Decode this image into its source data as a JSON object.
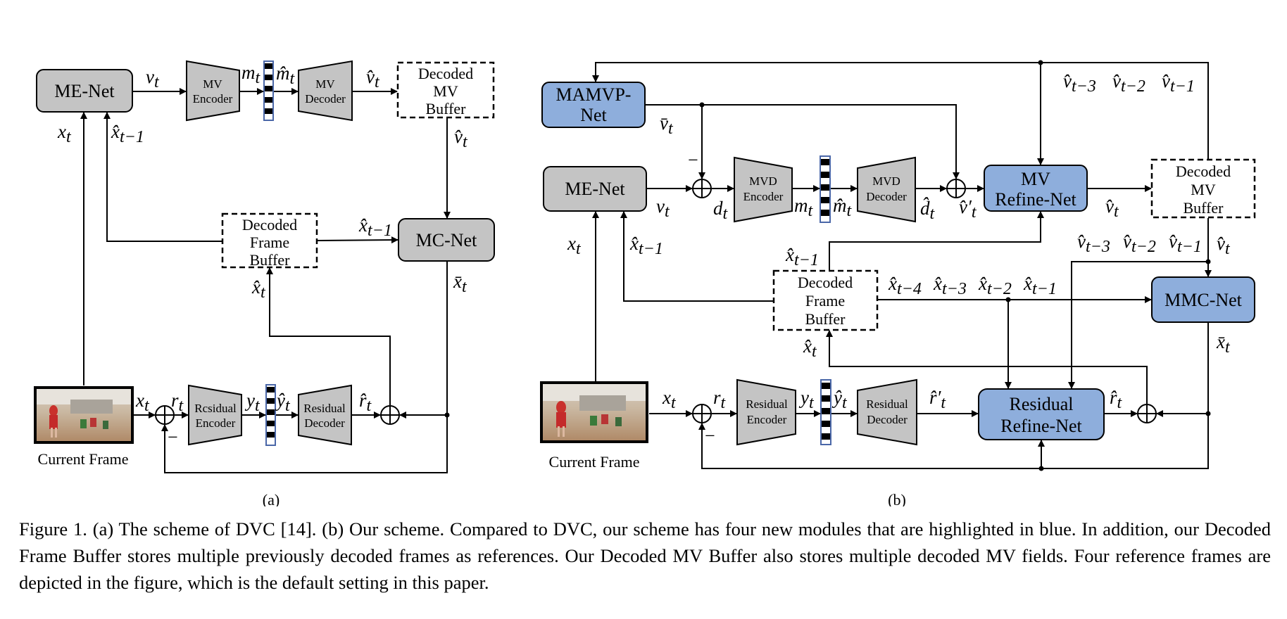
{
  "panel_a": {
    "label": "(a)",
    "me_net": "ME-Net",
    "mc_net": "MC-Net",
    "mv_encoder": [
      "MV",
      "Encoder"
    ],
    "mv_decoder": [
      "MV",
      "Decoder"
    ],
    "residual_encoder": [
      "Rcsidual",
      "Encoder"
    ],
    "residual_decoder": [
      "Residual",
      "Decoder"
    ],
    "decoded_mv_buffer": [
      "Decoded",
      "MV",
      "Buffer"
    ],
    "decoded_frame_buffer": [
      "Decoded",
      "Frame",
      "Buffer"
    ],
    "current_frame": "Current Frame",
    "minus": "−",
    "vars": {
      "v_t": "v",
      "m_t": "m",
      "m_hat_t": "m̂",
      "v_hat_t": "v̂",
      "v_hat_t_down": "v̂",
      "x_t": "x",
      "x_hat_t_minus_1": "x̂",
      "x_hat_t_minus_1_b": "x̂",
      "x_bar_t": "x̄",
      "x_hat_t": "x̂",
      "x_t_in": "x",
      "r_t": "r",
      "y_t": "y",
      "y_hat_t": "ŷ",
      "r_hat_t": "r̂"
    },
    "subs": {
      "t": "t",
      "t_minus_1": "t−1"
    }
  },
  "panel_b": {
    "label": "(b)",
    "mamvp_net": [
      "MAMVP-",
      "Net"
    ],
    "me_net": "ME-Net",
    "mvd_encoder": [
      "MVD",
      "Encoder"
    ],
    "mvd_decoder": [
      "MVD",
      "Decoder"
    ],
    "mv_refine_net": [
      "MV",
      "Refine-Net"
    ],
    "decoded_mv_buffer": [
      "Decoded",
      "MV",
      "Buffer"
    ],
    "decoded_frame_buffer": [
      "Decoded",
      "Frame",
      "Buffer"
    ],
    "mmc_net": "MMC-Net",
    "residual_encoder": [
      "Residual",
      "Encoder"
    ],
    "residual_decoder": [
      "Residual",
      "Decoder"
    ],
    "residual_refine_net": [
      "Residual",
      "Refine-Net"
    ],
    "current_frame": "Current Frame",
    "minus": "−",
    "vars": {
      "v_hat": "v̂",
      "v_bar": "v̄",
      "v": "v",
      "d": "d",
      "d_hat": "d̂",
      "m": "m",
      "m_hat": "m̂",
      "v_hat_prime": "v̂′",
      "x": "x",
      "x_hat": "x̂",
      "x_bar": "x̄",
      "r": "r",
      "y": "y",
      "y_hat": "ŷ",
      "r_hat_prime": "r̂′",
      "r_hat": "r̂"
    },
    "subs": {
      "t": "t",
      "t_minus_1": "t−1",
      "t_minus_2": "t−2",
      "t_minus_3": "t−3",
      "t_minus_4": "t−4"
    }
  },
  "colors": {
    "gray_box": "#c4c4c4",
    "blue_box": "#8eaedc",
    "line": "#000000",
    "latent_border": "#4a67a8"
  },
  "caption": "Figure 1. (a) The scheme of DVC [14]. (b) Our scheme. Compared to DVC, our scheme has four new modules that are highlighted in blue. In addition, our Decoded Frame Buffer stores multiple previously decoded frames as references. Our Decoded MV Buffer also stores multiple decoded MV fields. Four reference frames are depicted in the figure, which is the default setting in this paper."
}
